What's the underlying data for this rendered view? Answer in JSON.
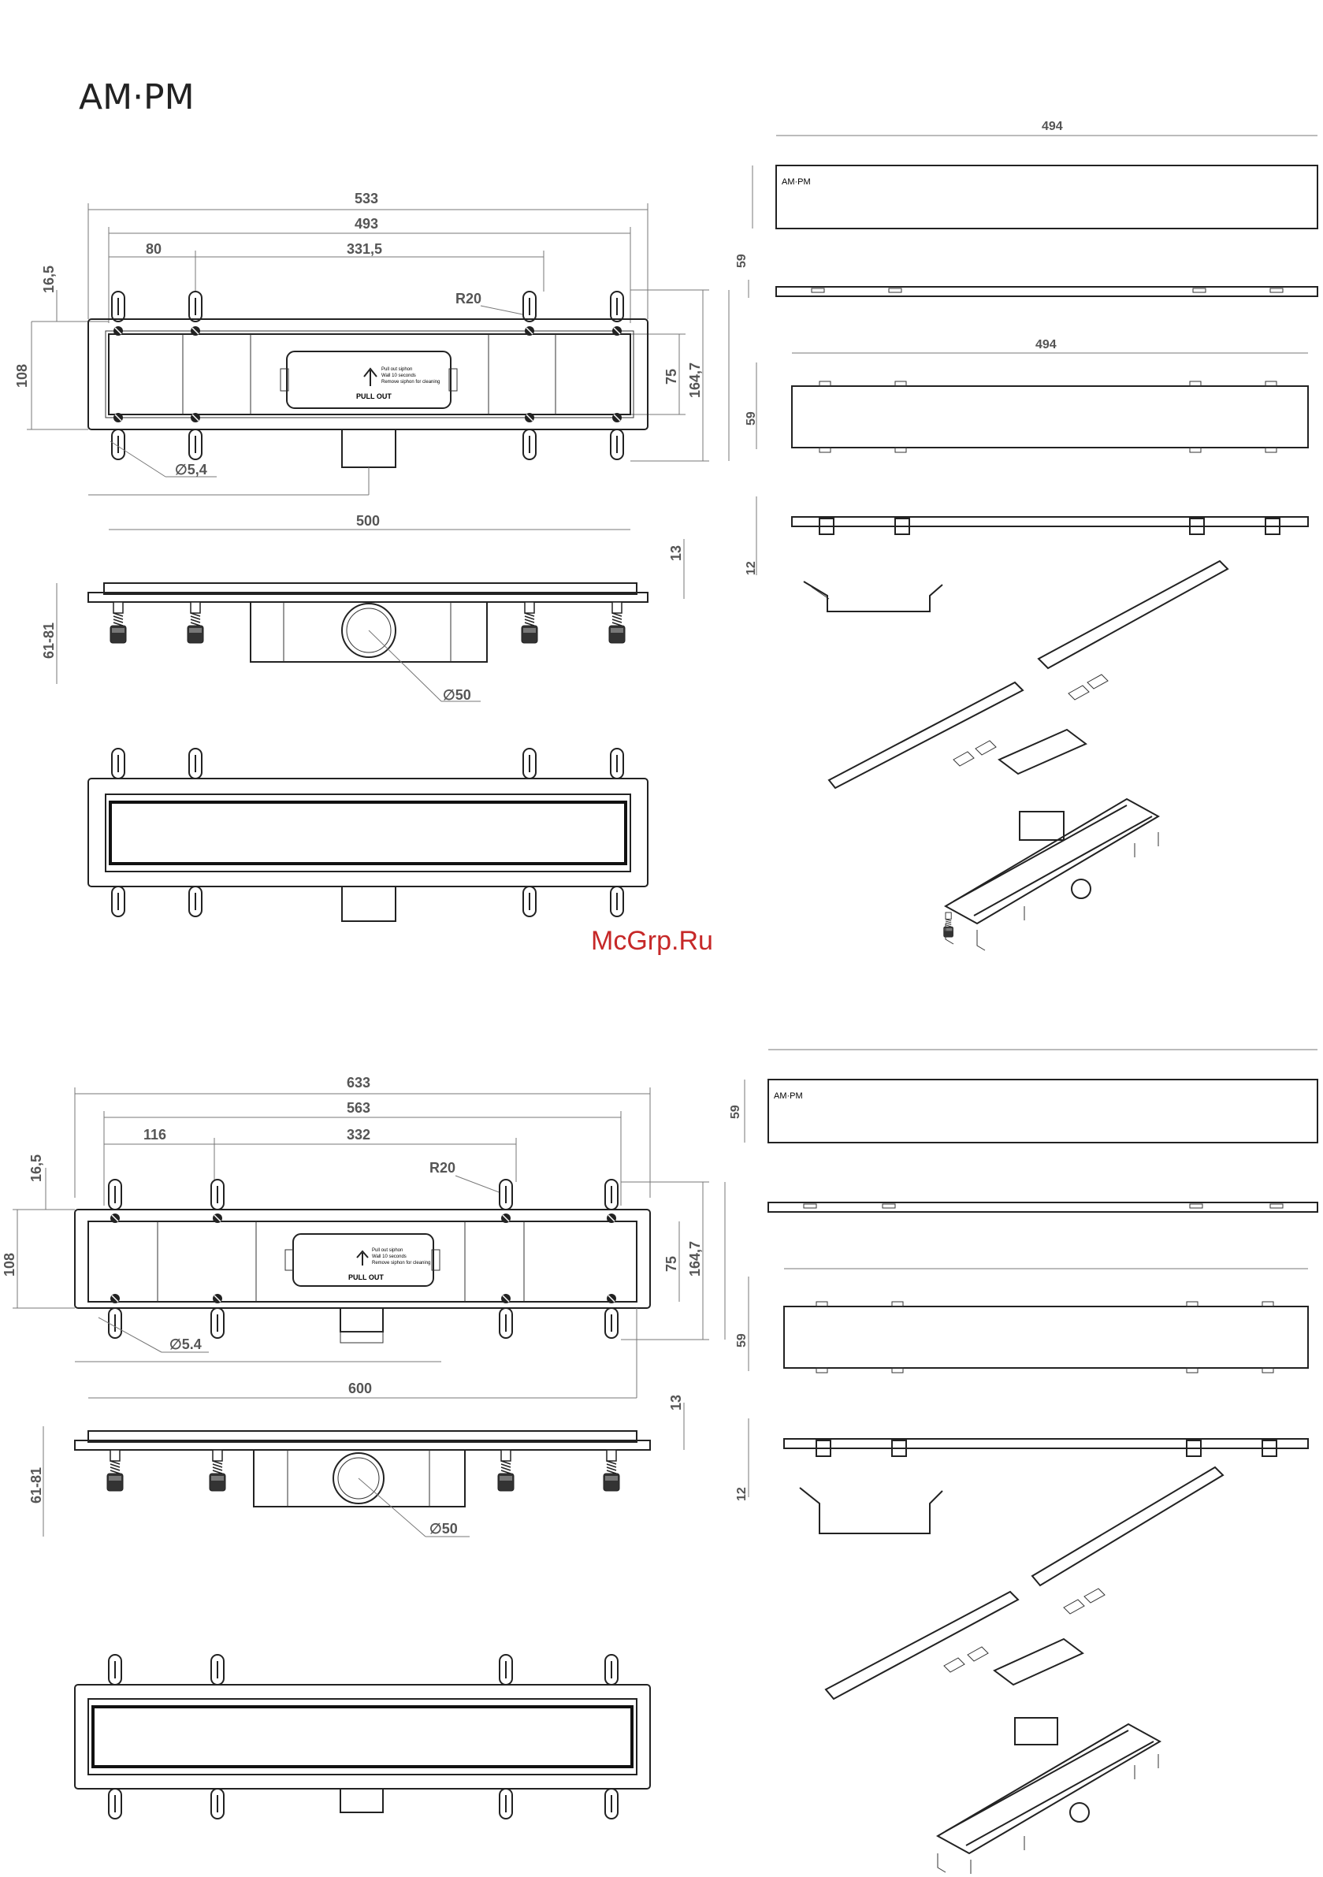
{
  "brand": {
    "logo_text": "AM·PM",
    "small_logo_text": "AM·PM"
  },
  "watermark": "McGrp.Ru",
  "drawing_1": {
    "dims": {
      "overall_length": "533",
      "inner_length": "493",
      "first_leg": "80",
      "leg_span": "331,5",
      "radius": "R20",
      "left_offset": "16,5",
      "body_width": "108",
      "grate_width": "75",
      "total_width": "164,7",
      "hole": "5,4",
      "grate_length": "500",
      "flange_height": "13",
      "height_range": "61-81",
      "outlet": "50"
    },
    "label_text": [
      "Pull out siphon",
      "Wall 10 seconds",
      "Remove siphon for cleaning",
      "PULL OUT"
    ],
    "grate_side": {
      "length_top": "494",
      "height_a": "59",
      "length_b": "494",
      "height_b": "59",
      "height_c": "12"
    }
  },
  "drawing_2": {
    "dims": {
      "overall_length": "633",
      "inner_length": "563",
      "first_leg": "116",
      "leg_span": "332",
      "radius": "R20",
      "left_offset": "16,5",
      "body_width": "108",
      "grate_width": "75",
      "total_width": "164,7",
      "hole": "5.4",
      "grate_length": "600",
      "flange_height": "13",
      "height_range": "61-81",
      "outlet": "50"
    },
    "label_text": [
      "Pull out siphon",
      "Wall 10 seconds",
      "Remove siphon for cleaning",
      "PULL OUT"
    ],
    "grate_side": {
      "height_a": "59",
      "height_b": "59",
      "height_c": "12"
    }
  }
}
